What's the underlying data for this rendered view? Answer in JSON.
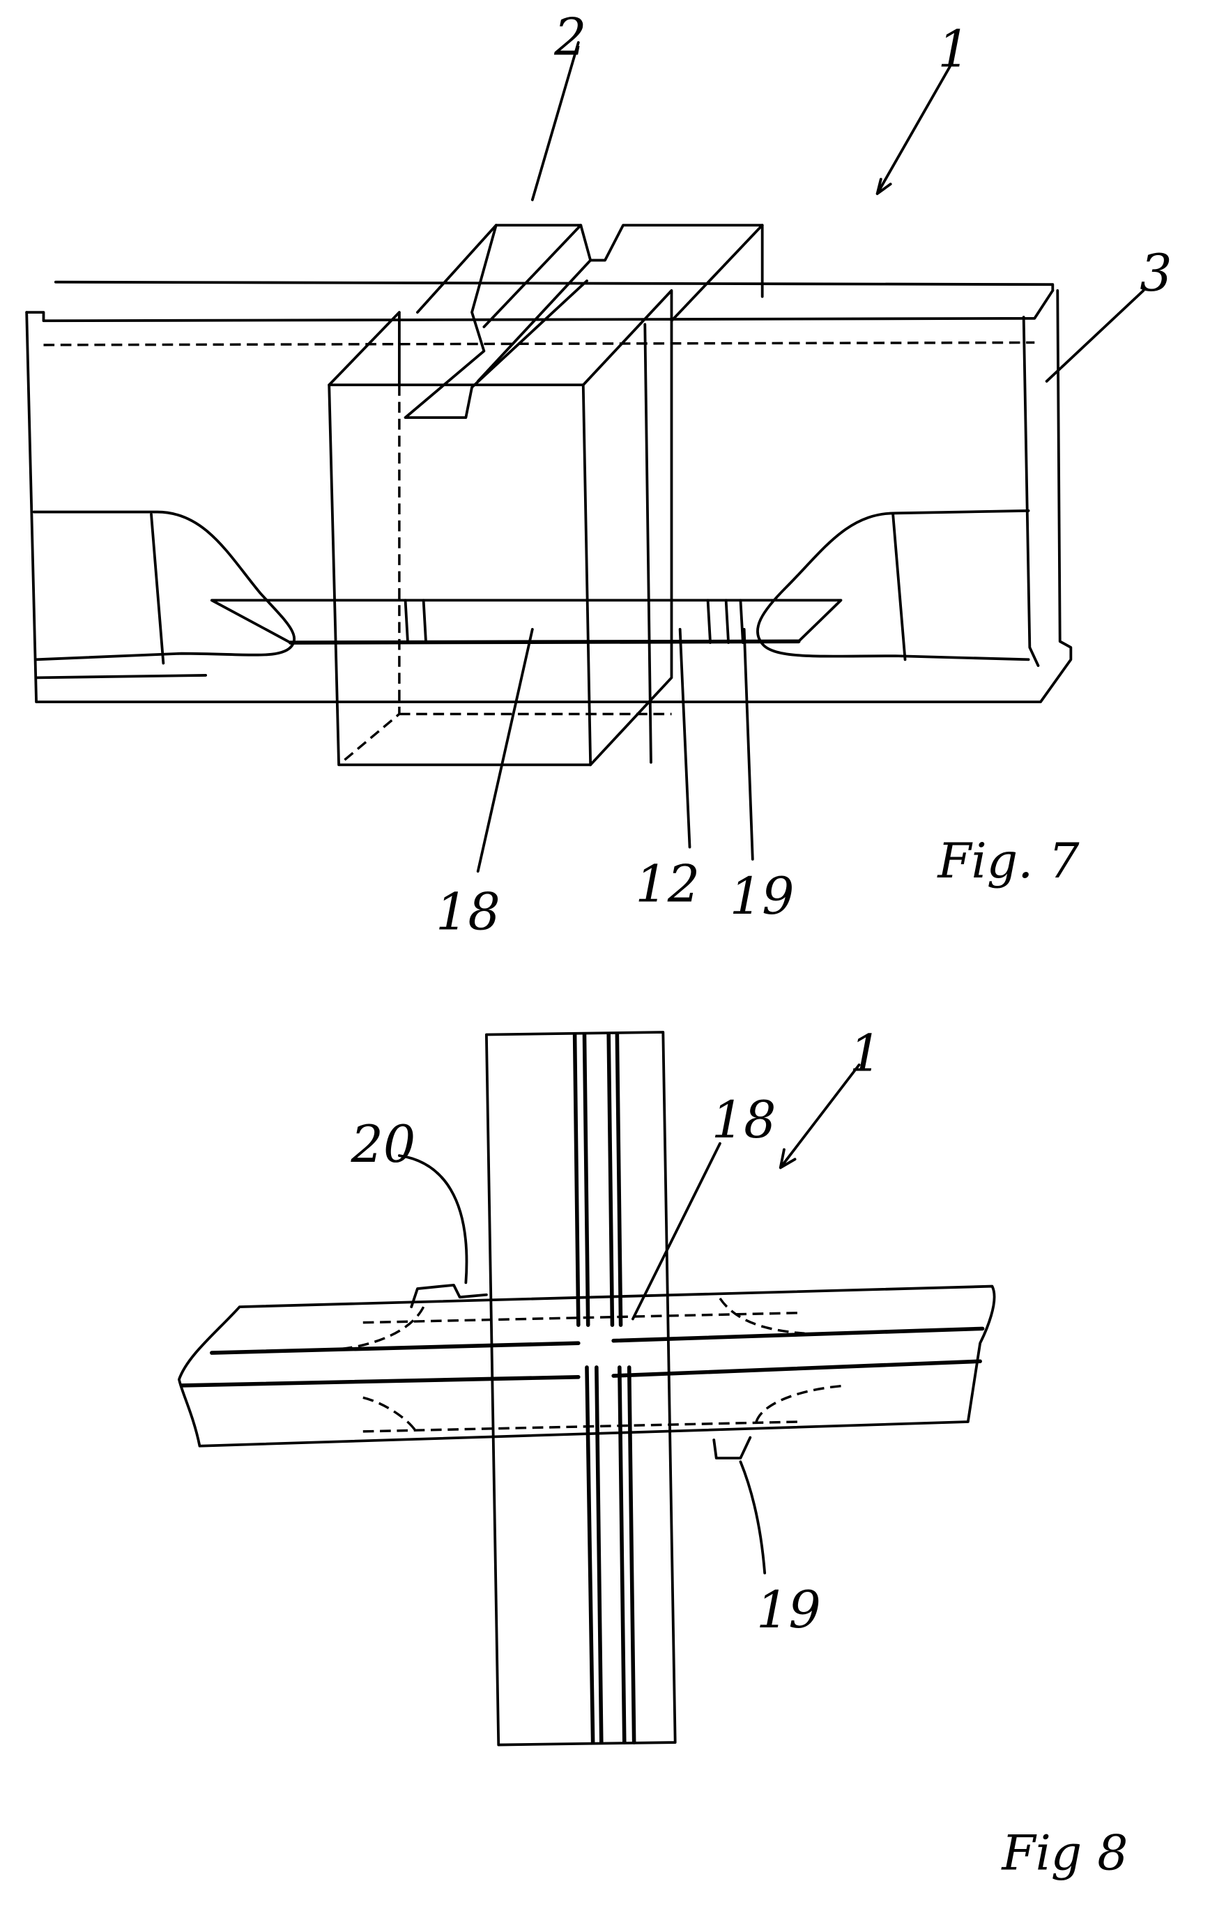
{
  "figures": [
    {
      "id": "fig7",
      "caption": "Fig. 7",
      "reference_numerals": [
        {
          "label": "1",
          "target": "assembly"
        },
        {
          "label": "2",
          "target": "upper ridged block"
        },
        {
          "label": "3",
          "target": "side profile"
        },
        {
          "label": "18",
          "target": "channel"
        },
        {
          "label": "12",
          "target": "edge"
        },
        {
          "label": "19",
          "target": "insert"
        }
      ]
    },
    {
      "id": "fig8",
      "caption": "Fig 8",
      "reference_numerals": [
        {
          "label": "1",
          "target": "assembly"
        },
        {
          "label": "20",
          "target": "notch"
        },
        {
          "label": "18",
          "target": "channel"
        },
        {
          "label": "19",
          "target": "notch"
        }
      ]
    }
  ],
  "colors": {
    "ink": "#000000",
    "paper": "#ffffff"
  }
}
